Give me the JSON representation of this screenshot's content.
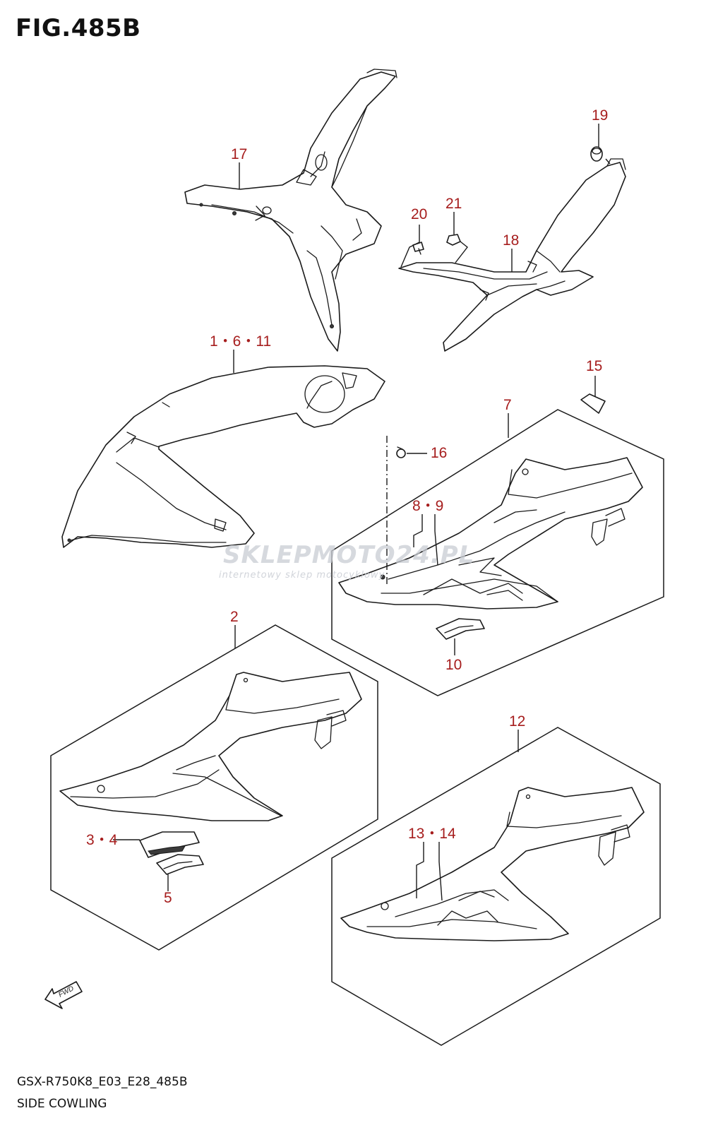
{
  "figure": {
    "title": "FIG.485B",
    "model_code": "GSX-R750K8_E03_E28_485B",
    "section_name": "SIDE COWLING"
  },
  "callouts": {
    "c17": "17",
    "c19": "19",
    "c20": "20",
    "c21": "21",
    "c18": "18",
    "c1_6_11": "1・6・11",
    "c15": "15",
    "c7": "7",
    "c16": "16",
    "c8_9": "8・9",
    "c10": "10",
    "c2": "2",
    "c3_4": "3・4",
    "c5": "5",
    "c12": "12",
    "c13_14": "13・14"
  },
  "fwd_label": "FWD",
  "watermark": {
    "brand": "SKLEPMOTO24.PL",
    "tagline": "internetowy sklep motocyklowy"
  },
  "colors": {
    "callout": "#a61d1d",
    "line": "#1a1a1a",
    "watermark": "#c9cdd4"
  }
}
